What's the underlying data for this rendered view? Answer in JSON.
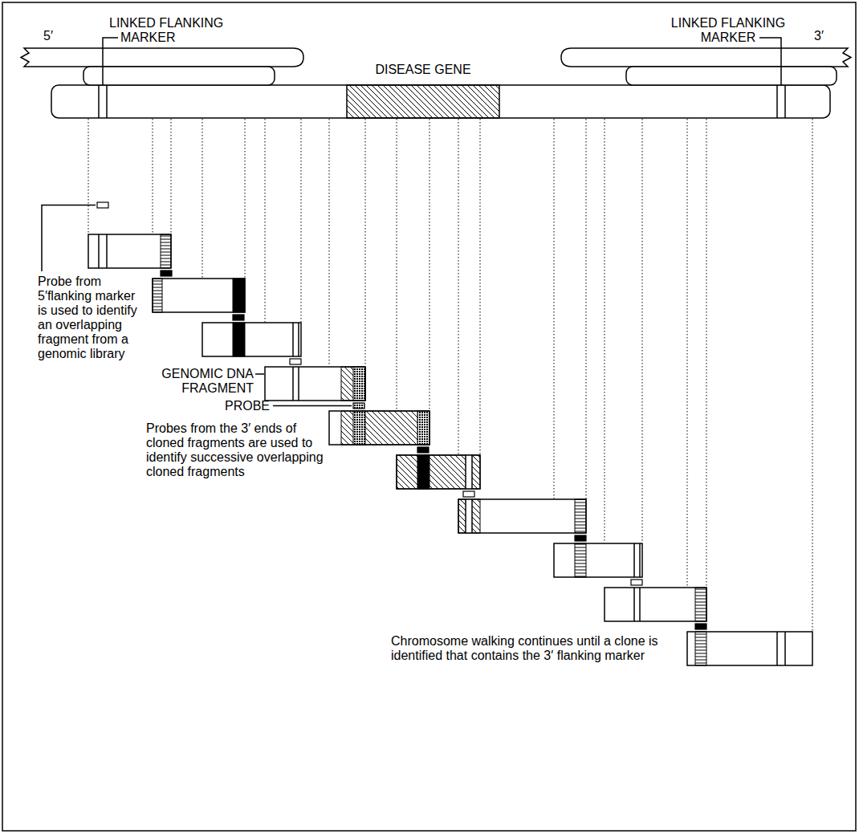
{
  "diagram": {
    "labels": [
      "5′",
      "LINKED FLANKING MARKER",
      "LINKED FLANKING MARKER",
      "3′",
      "DISEASE GENE",
      "Probe from 5′flanking marker is used to identify an overlapping fragment from a genomic library",
      "GENOMIC DNA FRAGMENT",
      "PROBE",
      "Probes from the 3′ ends of cloned fragments are used to identify successive overlapping cloned fragments",
      "Chromosome walking continues until a clone is identified that contains the 3′ flanking marker"
    ]
  }
}
